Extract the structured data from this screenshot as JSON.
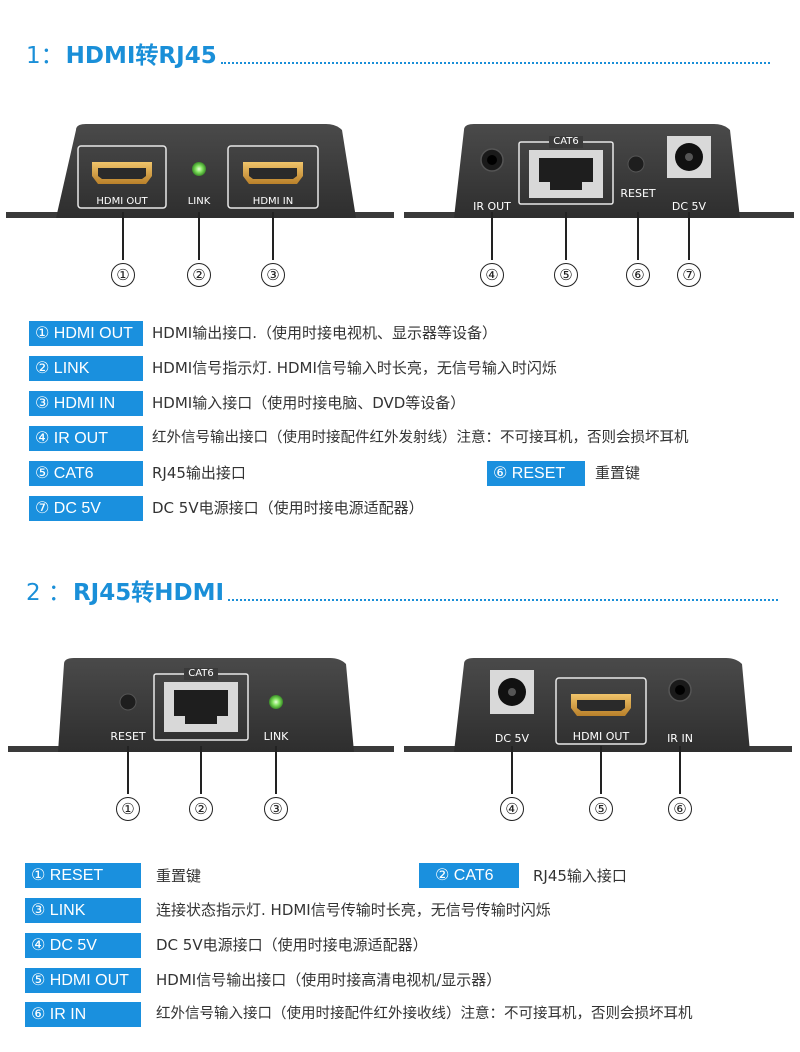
{
  "section1": {
    "number": "1：",
    "title": "HDMI转RJ45",
    "device_left_labels": {
      "hdmi_out": "HDMI OUT",
      "link": "LINK",
      "hdmi_in": "HDMI IN"
    },
    "device_right_labels": {
      "cat6": "CAT6",
      "ir_out": "IR OUT",
      "reset": "RESET",
      "dc5v": "DC 5V"
    },
    "callouts": [
      "①",
      "②",
      "③",
      "④",
      "⑤",
      "⑥",
      "⑦"
    ],
    "legend": [
      {
        "tag": "① HDMI OUT",
        "desc": "HDMI输出接口.（使用时接电视机、显示器等设备）"
      },
      {
        "tag": "② LINK",
        "desc": "HDMI信号指示灯. HDMI信号输入时长亮，无信号输入时闪烁"
      },
      {
        "tag": "③ HDMI IN",
        "desc": "HDMI输入接口（使用时接电脑、DVD等设备）"
      },
      {
        "tag": "④ IR OUT",
        "desc": "红外信号输出接口（使用时接配件红外发射线）注意：不可接耳机，否则会损坏耳机"
      },
      {
        "tag": "⑤ CAT6",
        "desc": "RJ45输出接口"
      },
      {
        "tag": "⑥ RESET",
        "desc": "重置键"
      },
      {
        "tag": "⑦ DC 5V",
        "desc": "DC 5V电源接口（使用时接电源适配器）"
      }
    ]
  },
  "section2": {
    "number": "2 ：",
    "title": "RJ45转HDMI",
    "device_left_labels": {
      "cat6": "CAT6",
      "reset": "RESET",
      "link": "LINK"
    },
    "device_right_labels": {
      "dc5v": "DC  5V",
      "hdmi_out": "HDMI OUT",
      "ir_in": "IR IN"
    },
    "callouts": [
      "①",
      "②",
      "③",
      "④",
      "⑤",
      "⑥"
    ],
    "legend": [
      {
        "tag": "① RESET",
        "desc": "重置键"
      },
      {
        "tag": "② CAT6",
        "desc": "RJ45输入接口"
      },
      {
        "tag": "③ LINK",
        "desc": "连接状态指示灯. HDMI信号传输时长亮，无信号传输时闪烁"
      },
      {
        "tag": "④ DC 5V",
        "desc": "DC 5V电源接口（使用时接电源适配器）"
      },
      {
        "tag": "⑤ HDMI OUT",
        "desc": "HDMI信号输出接口（使用时接高清电视机/显示器）"
      },
      {
        "tag": "⑥ IR IN",
        "desc": "红外信号输入接口（使用时接配件红外接收线）注意：不可接耳机，否则会损坏耳机"
      }
    ]
  },
  "colors": {
    "accent": "#1a90de",
    "title": "#1a8fd8",
    "device_body": "#3a3a3a",
    "led": "#7de05a"
  }
}
